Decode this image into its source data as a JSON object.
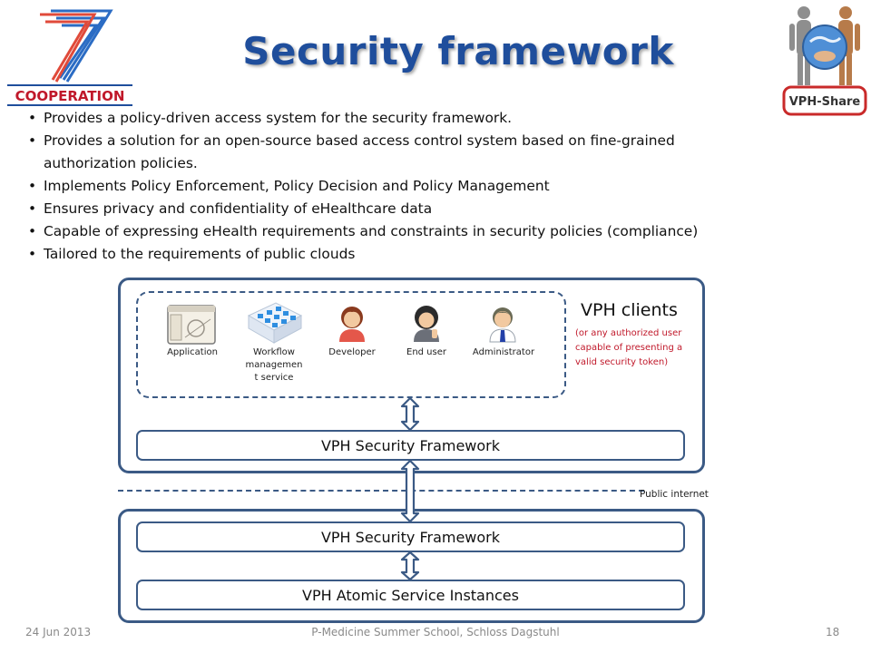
{
  "slide": {
    "title": "Security framework",
    "bullets": [
      "Provides a policy-driven access system for the security framework.",
      "Provides a solution for an open-source based access control system based on fine-grained authorization policies.",
      "Implements Policy Enforcement, Policy Decision and Policy Management",
      "Ensures privacy and confidentiality of eHealthcare data",
      "Capable of expressing eHealth requirements and constraints in security policies (compliance)",
      "Tailored to the requirements of public clouds"
    ]
  },
  "logos": {
    "left_text": "COOPERATION",
    "left_number": "7",
    "right_text": "VPH-Share"
  },
  "diagram": {
    "clients_title": "VPH clients",
    "clients_note_lines": [
      "(or any authorized user",
      "capable of presenting a",
      "valid security token)"
    ],
    "clients": [
      {
        "label_lines": [
          "Application"
        ],
        "icon": "application-window-icon"
      },
      {
        "label_lines": [
          "Workflow",
          "managemen",
          "t service"
        ],
        "icon": "workflow-cubes-icon"
      },
      {
        "label_lines": [
          "Developer"
        ],
        "icon": "developer-person-icon"
      },
      {
        "label_lines": [
          "End user"
        ],
        "icon": "end-user-person-icon"
      },
      {
        "label_lines": [
          "Administrator"
        ],
        "icon": "administrator-person-icon"
      }
    ],
    "top_framework": "VPH Security Framework",
    "bottom_framework": "VPH Security Framework",
    "atomic": "VPH Atomic Service Instances",
    "public_internet": "Public internet"
  },
  "footer": {
    "date": "24 Jun 2013",
    "event": "P-Medicine Summer School, Schloss Dagstuhl",
    "page": "18"
  },
  "colors": {
    "title": "#1f4e9c",
    "frame": "#3b5a85",
    "note_red": "#c0182a",
    "footer_gray": "#8a8a8a"
  }
}
